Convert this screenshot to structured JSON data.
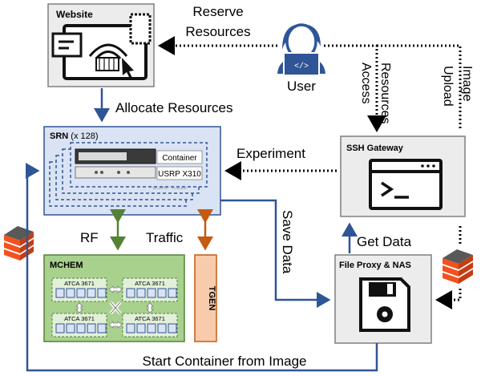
{
  "website": {
    "title": "Website"
  },
  "user": {
    "label": "User"
  },
  "srn": {
    "title": "SRN",
    "count": "(x 128)",
    "container_label": "Container",
    "radio_label": "USRP X310",
    "radio_label_back": "USRP X310"
  },
  "ssh": {
    "title": "SSH Gateway"
  },
  "mchem": {
    "title": "MCHEM",
    "atca_labels": [
      "ATCA 3671",
      "ATCA 3671",
      "ATCA 3671",
      "ATCA 3671"
    ]
  },
  "tgen": {
    "label": "TGEN"
  },
  "fileproxy": {
    "title": "File Proxy & NAS"
  },
  "edges": {
    "reserve": [
      "Reserve",
      "Resources"
    ],
    "allocate": "Allocate Resources",
    "access": [
      "Access",
      "Resources"
    ],
    "upload": [
      "Upload",
      "Image"
    ],
    "experiment": "Experiment",
    "save_data": "Save Data",
    "get_data": "Get Data",
    "rf": "RF",
    "traffic": "Traffic",
    "start_container": "Start Container from Image"
  },
  "colors": {
    "accent_blue": "#2f5597",
    "green": "#548235",
    "orange": "#c55a11",
    "srn_fill": "#dae3f3",
    "gray_fill": "#ececec",
    "mchem_fill": "#a9d18e",
    "tgen_fill": "#f8cbad"
  }
}
